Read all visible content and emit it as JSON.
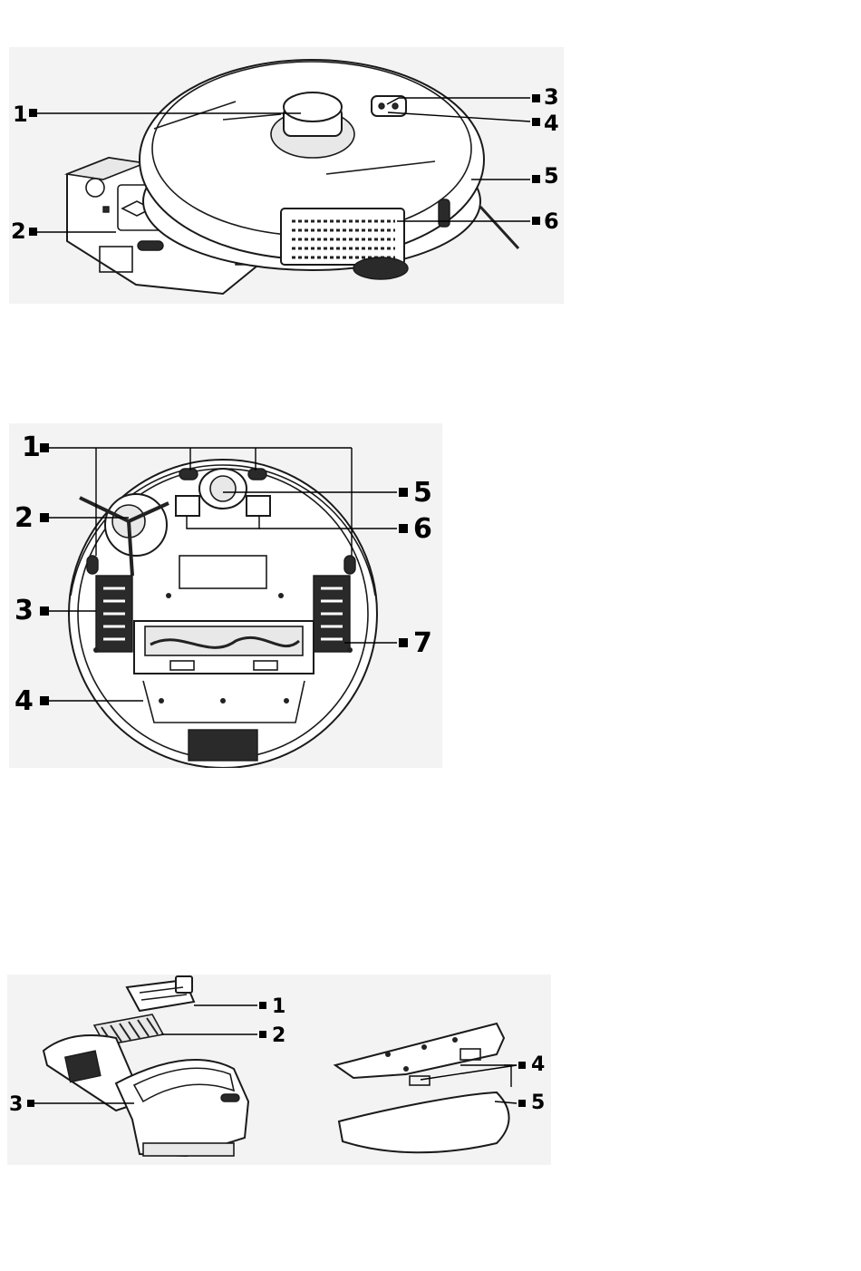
{
  "figure_top": {
    "labels": [
      "1",
      "2",
      "3",
      "4",
      "5",
      "6"
    ]
  },
  "figure_bottom_view": {
    "labels": [
      "1",
      "2",
      "3",
      "4",
      "5",
      "6",
      "7"
    ]
  },
  "figure_dustbin": {
    "labels": [
      "1",
      "2",
      "3"
    ]
  },
  "figure_mop": {
    "labels": [
      "4",
      "5"
    ]
  }
}
